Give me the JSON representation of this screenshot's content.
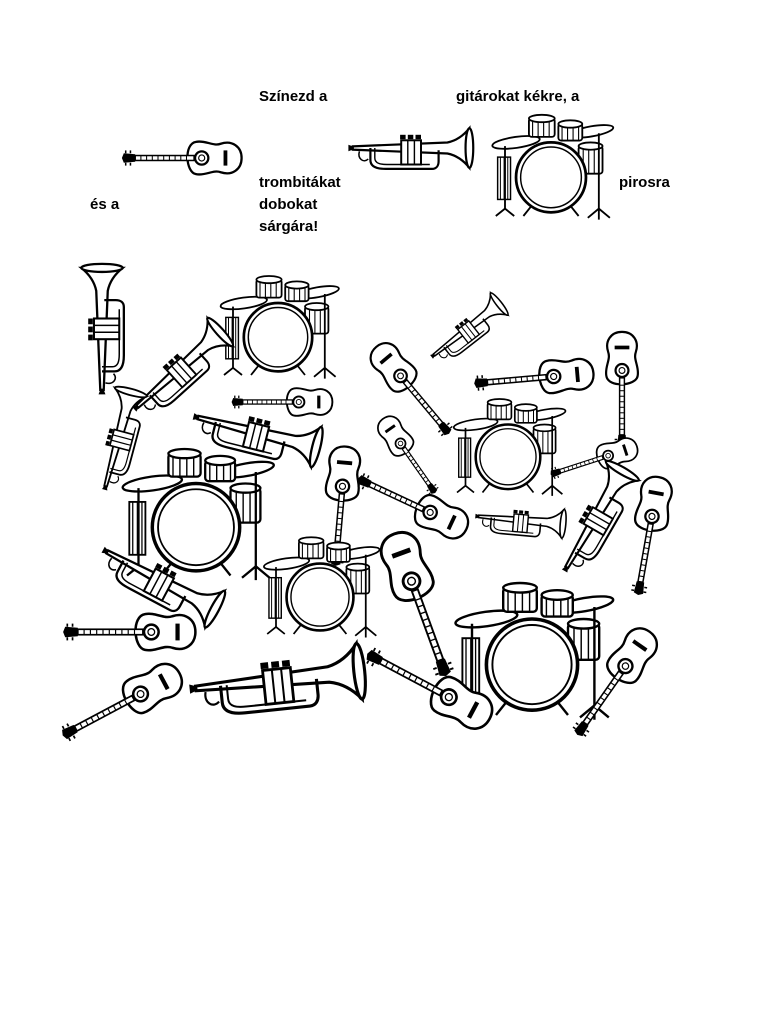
{
  "instruction": {
    "line1_left": "Színezd a",
    "line1_right": "gitárokat kékre, a",
    "line2_left": "trombitákat",
    "line2_right": "pirosra",
    "line3_left": "és a",
    "line3_right": "dobokat",
    "line4": "sárgára!"
  }
}
